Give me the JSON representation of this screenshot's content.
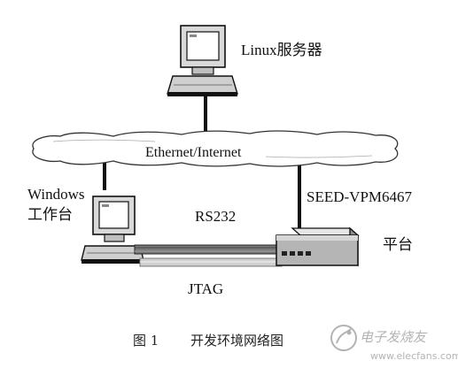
{
  "nodes": {
    "linux_server": {
      "label": "Linux服务器"
    },
    "windows_pc": {
      "label_line1": "Windows",
      "label_line2": "工作台"
    },
    "seed_platform": {
      "label_line1": "SEED-VPM6467",
      "label_line2": "平台"
    }
  },
  "network": {
    "label": "Ethernet/Internet"
  },
  "links": {
    "rs232": "RS232",
    "jtag": "JTAG"
  },
  "caption": {
    "number": "图 1",
    "title": "开发环境网络图"
  },
  "watermark": {
    "brand": "电子发烧友",
    "url": "www.elecfans.com"
  }
}
